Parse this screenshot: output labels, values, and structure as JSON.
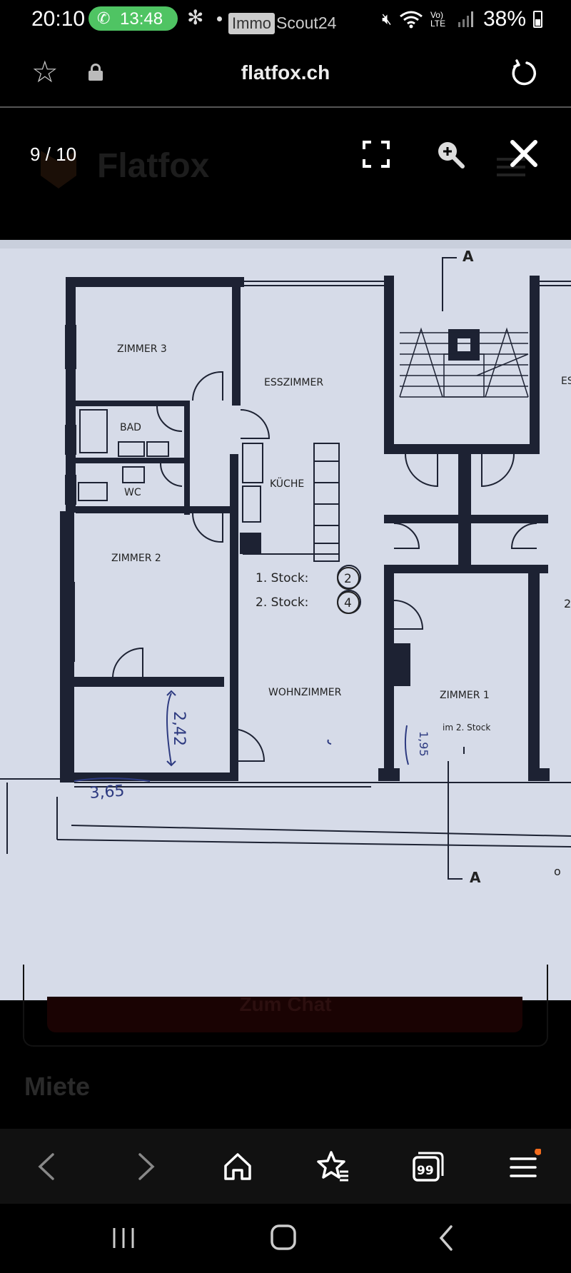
{
  "status_bar": {
    "time": "20:10",
    "call_duration": "13:48",
    "immo_box": "Immo",
    "immo_rest": "Scout24",
    "network": "Vo) LTE",
    "battery": "38%"
  },
  "browser": {
    "url": "flatfox.ch"
  },
  "viewer": {
    "counter": "9 / 10",
    "background_brand": "Flatfox",
    "background_button": "Zum Chat",
    "background_heading": "Miete"
  },
  "floorplan": {
    "rooms": {
      "zimmer3": "ZIMMER 3",
      "esszimmer": "ESSZIMMER",
      "bad": "BAD",
      "wc": "WC",
      "kueche": "KÜCHE",
      "zimmer2": "ZIMMER 2",
      "wohnzimmer": "WOHNZIMMER",
      "zimmer1": "ZIMMER 1",
      "edge_label": "ES"
    },
    "legend": {
      "stock1_label": "1. Stock:",
      "stock1_value": "2",
      "stock2_label": "2. Stock:",
      "stock2_value": "4"
    },
    "notes": {
      "im_2_stock": "im 2. Stock",
      "dim_height": "2,42",
      "dim_width": "3,65",
      "dim_small": "1,95",
      "section_marker": "A",
      "edge_right_2": "2",
      "edge_right_o": "o"
    }
  },
  "colors": {
    "call_pill": "#4fc463",
    "paper": "#d6dbe8",
    "walls": "#1d2233",
    "notification_dot": "#f26b1d"
  },
  "icons": [
    "star-icon",
    "lock-icon",
    "reload-icon",
    "fullscreen-icon",
    "zoom-in-icon",
    "close-icon",
    "back-arrow-icon",
    "forward-arrow-icon",
    "home-icon",
    "bookmarks-icon",
    "tabs-icon",
    "menu-icon"
  ],
  "tabs_count": "99"
}
